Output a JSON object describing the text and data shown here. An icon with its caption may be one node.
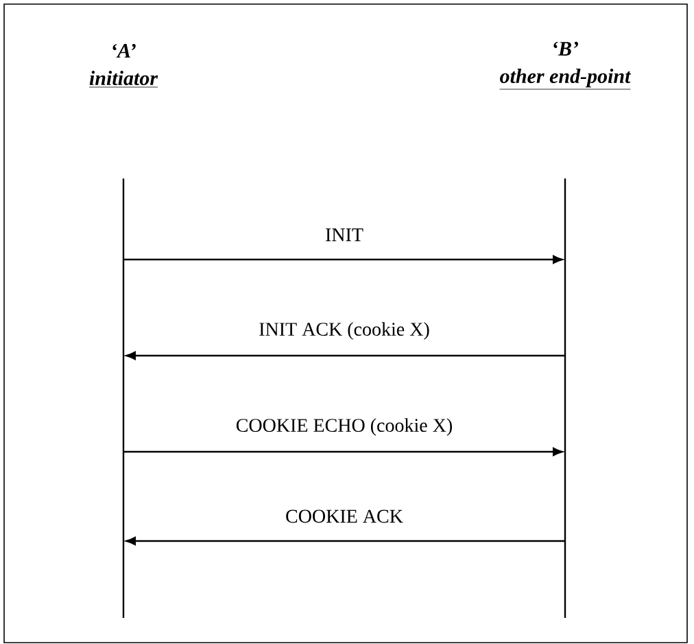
{
  "diagram": {
    "nodes": [
      {
        "text": [
          "‘A’",
          "initiator"
        ]
      },
      {
        "text": [
          "‘B’",
          "other end-point"
        ]
      },
      {
        "text": [],
        "shape": "bar"
      },
      {
        "text": [],
        "shape": "bar"
      }
    ],
    "edges": [
      {
        "from": 2,
        "to": 3,
        "arrow": "to",
        "label": "INIT"
      },
      {
        "from": 3,
        "to": 2,
        "arrow": "to",
        "label": "INIT ACK (cookie X)"
      },
      {
        "from": 2,
        "to": 3,
        "arrow": "to",
        "label": "COOKIE ECHO (cookie X)"
      },
      {
        "from": 3,
        "to": 2,
        "arrow": "to",
        "label": "COOKIE ACK"
      }
    ]
  }
}
